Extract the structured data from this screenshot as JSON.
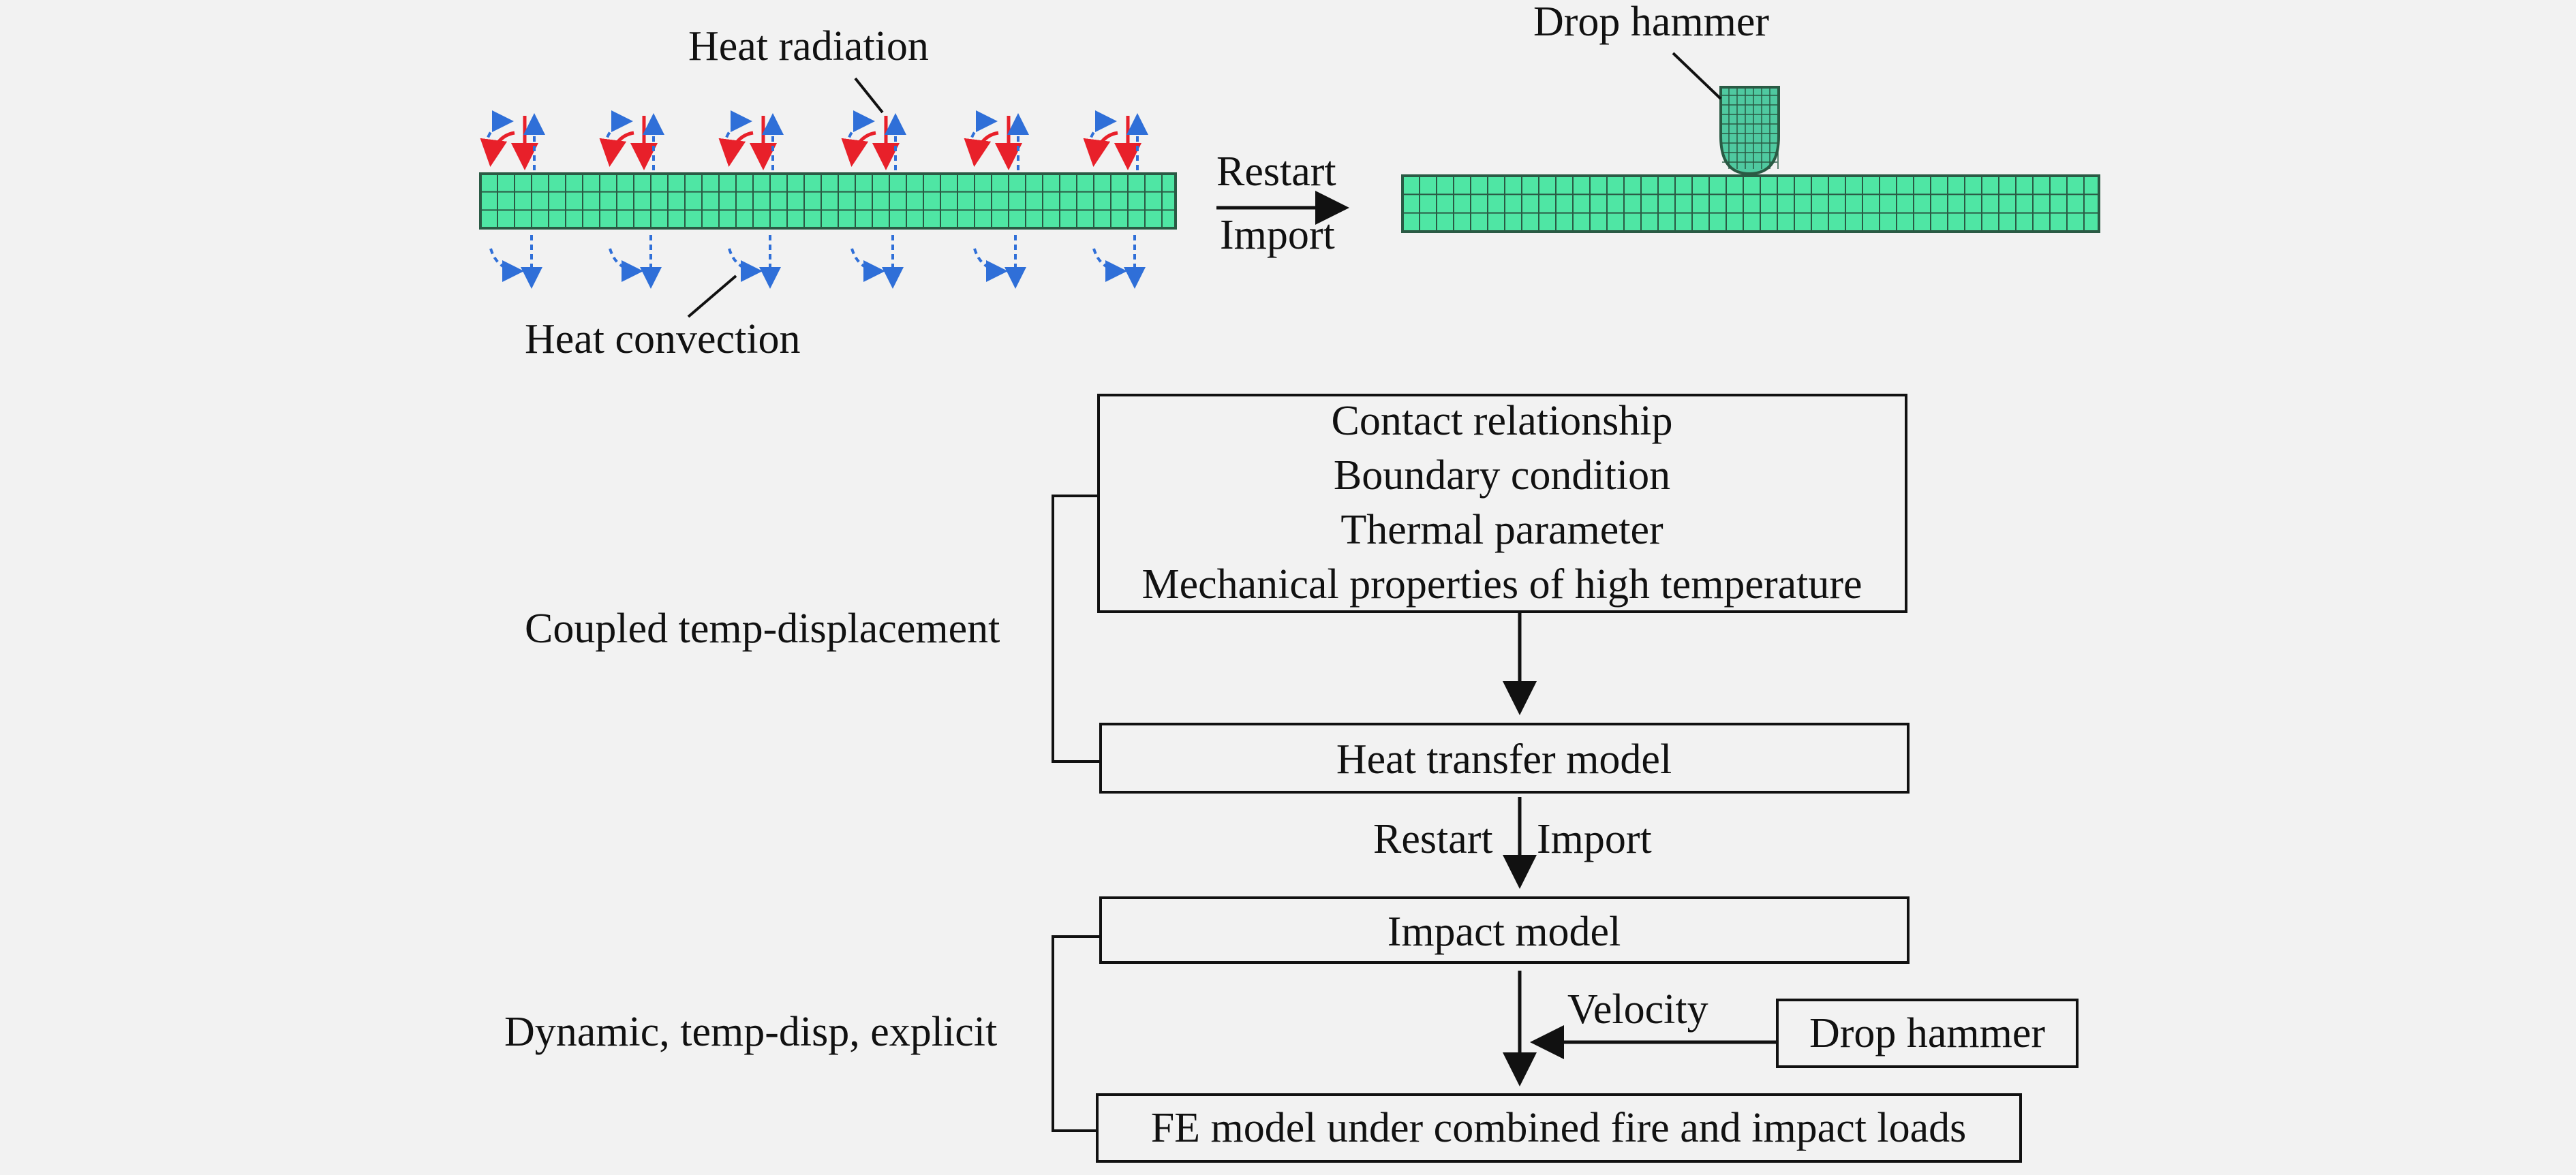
{
  "top": {
    "heat_radiation": "Heat radiation",
    "heat_convection": "Heat convection",
    "restart": "Restart",
    "import": "Import",
    "drop_hammer": "Drop hammer"
  },
  "flow": {
    "params": [
      "Contact relationship",
      "Boundary condition",
      "Thermal parameter",
      "Mechanical properties of high temperature"
    ],
    "heat_transfer_model": "Heat transfer model",
    "coupled_label": "Coupled temp-displacement",
    "restart": "Restart",
    "import": "Import",
    "impact_model": "Impact model",
    "velocity": "Velocity",
    "drop_hammer": "Drop hammer",
    "fe_model": "FE model under combined fire and impact loads",
    "dynamic_label": "Dynamic, temp-disp, explicit"
  },
  "colors": {
    "mesh_fill": "#4fe6a4",
    "mesh_line": "#2a5a44",
    "radiation": "#e8202a",
    "convection": "#2f6fd8"
  }
}
